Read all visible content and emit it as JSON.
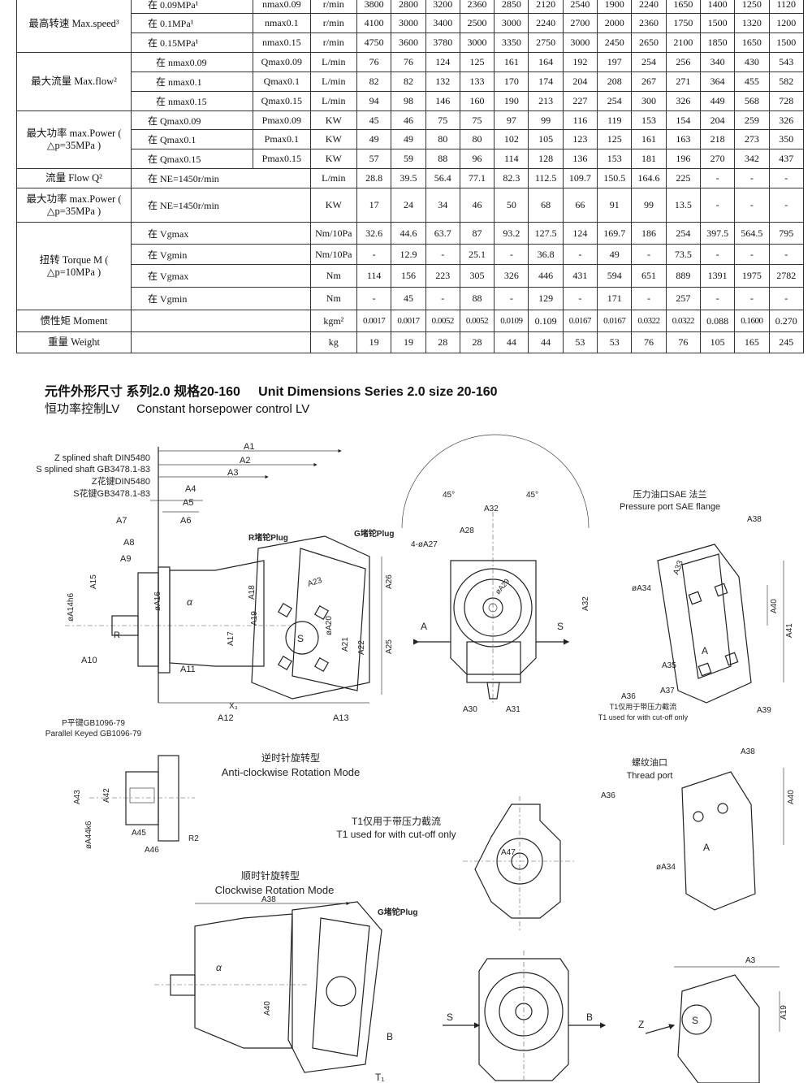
{
  "table": {
    "groups": [
      {
        "label": "最高转速 Max.speed³",
        "rows": [
          {
            "condition": "在 0.09MPa¹",
            "symbol": "nmax0.09",
            "unit": "r/min",
            "values": [
              "3800",
              "2800",
              "3200",
              "2360",
              "2850",
              "2120",
              "2540",
              "1900",
              "2240",
              "1650",
              "1400",
              "1250",
              "1120"
            ]
          },
          {
            "condition": "在 0.1MPa¹",
            "symbol": "nmax0.1",
            "unit": "r/min",
            "values": [
              "4100",
              "3000",
              "3400",
              "2500",
              "3000",
              "2240",
              "2700",
              "2000",
              "2360",
              "1750",
              "1500",
              "1320",
              "1200"
            ]
          },
          {
            "condition": "在 0.15MPa¹",
            "symbol": "nmax0.15",
            "unit": "r/min",
            "values": [
              "4750",
              "3600",
              "3780",
              "3000",
              "3350",
              "2750",
              "3000",
              "2450",
              "2650",
              "2100",
              "1850",
              "1650",
              "1500"
            ]
          }
        ]
      },
      {
        "label": "最大流量 Max.flow²",
        "rows": [
          {
            "condition": "在 nmax0.09",
            "symbol": "Qmax0.09",
            "unit": "L/min",
            "values": [
              "76",
              "76",
              "124",
              "125",
              "161",
              "164",
              "192",
              "197",
              "254",
              "256",
              "340",
              "430",
              "543"
            ]
          },
          {
            "condition": "在 nmax0.1",
            "symbol": "Qmax0.1",
            "unit": "L/min",
            "values": [
              "82",
              "82",
              "132",
              "133",
              "170",
              "174",
              "204",
              "208",
              "267",
              "271",
              "364",
              "455",
              "582"
            ]
          },
          {
            "condition": "在 nmax0.15",
            "symbol": "Qmax0.15",
            "unit": "L/min",
            "values": [
              "94",
              "98",
              "146",
              "160",
              "190",
              "213",
              "227",
              "254",
              "300",
              "326",
              "449",
              "568",
              "728"
            ]
          }
        ]
      },
      {
        "label": "最大功率 max.Power ( △p=35MPa )",
        "rows": [
          {
            "condition": "在 Qmax0.09",
            "symbol": "Pmax0.09",
            "unit": "KW",
            "values": [
              "45",
              "46",
              "75",
              "75",
              "97",
              "99",
              "116",
              "119",
              "153",
              "154",
              "204",
              "259",
              "326"
            ]
          },
          {
            "condition": "在 Qmax0.1",
            "symbol": "Pmax0.1",
            "unit": "KW",
            "values": [
              "49",
              "49",
              "80",
              "80",
              "102",
              "105",
              "123",
              "125",
              "161",
              "163",
              "218",
              "273",
              "350"
            ]
          },
          {
            "condition": "在 Qmax0.15",
            "symbol": "Pmax0.15",
            "unit": "KW",
            "values": [
              "57",
              "59",
              "88",
              "96",
              "114",
              "128",
              "136",
              "153",
              "181",
              "196",
              "270",
              "342",
              "437"
            ]
          }
        ]
      },
      {
        "label": "流量 Flow Q²",
        "rows": [
          {
            "condition": "在 NE=1450r/min",
            "symbol": "",
            "unit": "L/min",
            "values": [
              "28.8",
              "39.5",
              "56.4",
              "77.1",
              "82.3",
              "112.5",
              "109.7",
              "150.5",
              "164.6",
              "225",
              "-",
              "-",
              "-"
            ]
          }
        ]
      },
      {
        "label": "最大功率 max.Power ( △p=35MPa )",
        "rows": [
          {
            "condition": "在 NE=1450r/min",
            "symbol": "",
            "unit": "KW",
            "values": [
              "17",
              "24",
              "34",
              "46",
              "50",
              "68",
              "66",
              "91",
              "99",
              "13.5",
              "-",
              "-",
              "-"
            ]
          }
        ]
      },
      {
        "label": "扭转 Torque M ( △p=10MPa )",
        "rows": [
          {
            "condition": "在 Vgmax",
            "symbol": "",
            "unit": "Nm/10Pa",
            "values": [
              "32.6",
              "44.6",
              "63.7",
              "87",
              "93.2",
              "127.5",
              "124",
              "169.7",
              "186",
              "254",
              "397.5",
              "564.5",
              "795"
            ]
          },
          {
            "condition": "在 Vgmin",
            "symbol": "",
            "unit": "Nm/10Pa",
            "values": [
              "-",
              "12.9",
              "-",
              "25.1",
              "-",
              "36.8",
              "-",
              "49",
              "-",
              "73.5",
              "-",
              "-",
              "-"
            ]
          },
          {
            "condition": "在 Vgmax",
            "symbol": "",
            "unit": "Nm",
            "values": [
              "114",
              "156",
              "223",
              "305",
              "326",
              "446",
              "431",
              "594",
              "651",
              "889",
              "1391",
              "1975",
              "2782"
            ]
          },
          {
            "condition": "在 Vgmin",
            "symbol": "",
            "unit": "Nm",
            "values": [
              "-",
              "45",
              "-",
              "88",
              "-",
              "129",
              "-",
              "171",
              "-",
              "257",
              "-",
              "-",
              "-"
            ]
          }
        ]
      },
      {
        "label": "惯性矩 Moment",
        "rows": [
          {
            "condition": "",
            "symbol": "",
            "unit": "kgm²",
            "values": [
              "0.0017",
              "0.0017",
              "0.0052",
              "0.0052",
              "0.0109",
              "0.109",
              "0.0167",
              "0.0167",
              "0.0322",
              "0.0322",
              "0.088",
              "0.1600",
              "0.270"
            ]
          }
        ]
      },
      {
        "label": "重量 Weight",
        "rows": [
          {
            "condition": "",
            "symbol": "",
            "unit": "kg",
            "values": [
              "19",
              "19",
              "28",
              "28",
              "44",
              "44",
              "53",
              "53",
              "76",
              "76",
              "105",
              "165",
              "245"
            ]
          }
        ]
      }
    ]
  },
  "section": {
    "title": "元件外形尺寸 系列2.0 规格20-160     Unit Dimensions Series 2.0 size 20-160",
    "subtitle": "恒功率控制LV     Constant horsepower control LV"
  },
  "drawing": {
    "shaft_notes": [
      "Z splined shaft DIN5480",
      "S splined shaft GB3478.1-83",
      "Z花键DIN5480",
      "S花键GB3478.1-83"
    ],
    "parallel_key": [
      "P平键GB1096-79",
      "Parallel Keyed GB1096-79"
    ],
    "plug_r": "R堵铊Plug",
    "plug_g": "G堵铊Plug",
    "plug_g2": "G堵铊Plug",
    "pressure_port": [
      "压力油口SAE 法兰",
      "Pressure port SAE flange"
    ],
    "t1_note_small": [
      "T1仅用于带压力截流",
      "T1 used for with cut-off only"
    ],
    "t1_note_large": [
      "T1仅用于带压力截流",
      "T1 used for with cut-off only"
    ],
    "anticlockwise": [
      "逆时针旋转型",
      "Anti-clockwise Rotation Mode"
    ],
    "clockwise": [
      "顺时针旋转型",
      "Clockwise Rotation Mode"
    ],
    "thread_port": [
      "螺纹油口",
      "Thread port"
    ],
    "angle_label": "45°",
    "dim_labels": {
      "A1": "A1",
      "A2": "A2",
      "A3": "A3",
      "A4": "A4",
      "A5": "A5",
      "A6": "A6",
      "A7": "A7",
      "A8": "A8",
      "A9": "A9",
      "A10": "A10",
      "A11": "A11",
      "A12": "A12",
      "A13": "A13",
      "A14": "øA14h6",
      "A15": "A15",
      "A16": "øA16",
      "A17": "A17",
      "A18": "A18",
      "A19": "A19",
      "A20": "øA20",
      "A21": "A21",
      "A22": "A22",
      "A23": "A23",
      "A25": "A25",
      "A26": "A26",
      "A27": "4-øA27",
      "A28": "A28",
      "A29": "øA29",
      "A30": "A30",
      "A31": "A31",
      "A32": "A32",
      "A33": "A33",
      "A34": "øA34",
      "A35": "A35",
      "A36": "A36",
      "A37": "A37",
      "A38": "A38",
      "A39": "A39",
      "A40": "A40",
      "A41": "A41",
      "A42": "A42",
      "A43": "A43",
      "A44": "øA44k6",
      "A45": "A45",
      "A46": "A46",
      "A47": "A47",
      "R": "R",
      "R2": "R2",
      "X": "X₃",
      "A": "A",
      "S": "S",
      "B": "B",
      "T1": "T₁",
      "Z": "Z",
      "alpha": "α"
    }
  }
}
